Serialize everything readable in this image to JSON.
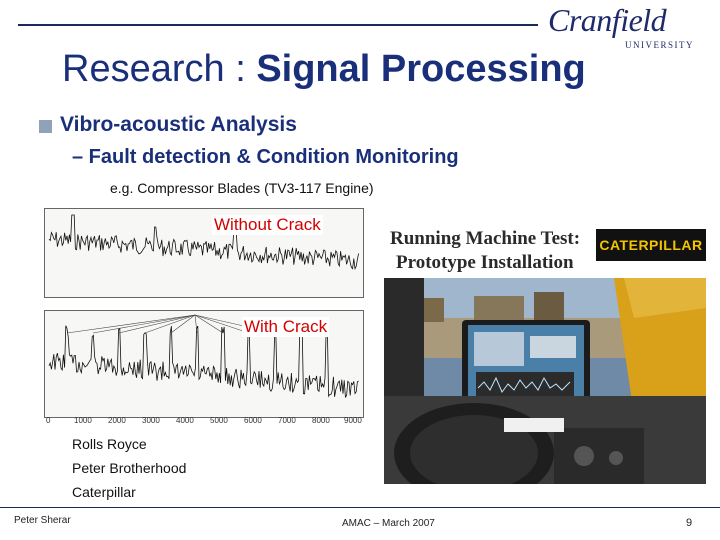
{
  "header": {
    "logo_text": "Cranfield",
    "logo_subtext": "UNIVERSITY"
  },
  "title": {
    "prefix": "Research : ",
    "emphasis": "Signal Processing"
  },
  "bullets": {
    "main": "Vibro-acoustic Analysis",
    "sub": "– Fault detection & Condition Monitoring",
    "example": "e.g. Compressor Blades (TV3-117 Engine)"
  },
  "figures": {
    "without_crack_label": "Without Crack",
    "with_crack_label": "With Crack",
    "x_ticks": [
      "0",
      "1000",
      "2000",
      "3000",
      "4000",
      "5000",
      "6000",
      "7000",
      "8000",
      "9000"
    ]
  },
  "photo": {
    "caption_line1": "Running Machine Test:",
    "caption_line2": "Prototype Installation",
    "brand": "CATERPILLAR"
  },
  "partners": [
    "Rolls Royce",
    "Peter Brotherhood",
    "Caterpillar"
  ],
  "footer": {
    "author": "Peter Sherar",
    "event": "AMAC – March 2007",
    "page": "9"
  },
  "colors": {
    "title": "#1a2f7a",
    "accent_red": "#d40000",
    "bullet": "#8fa2b8"
  }
}
